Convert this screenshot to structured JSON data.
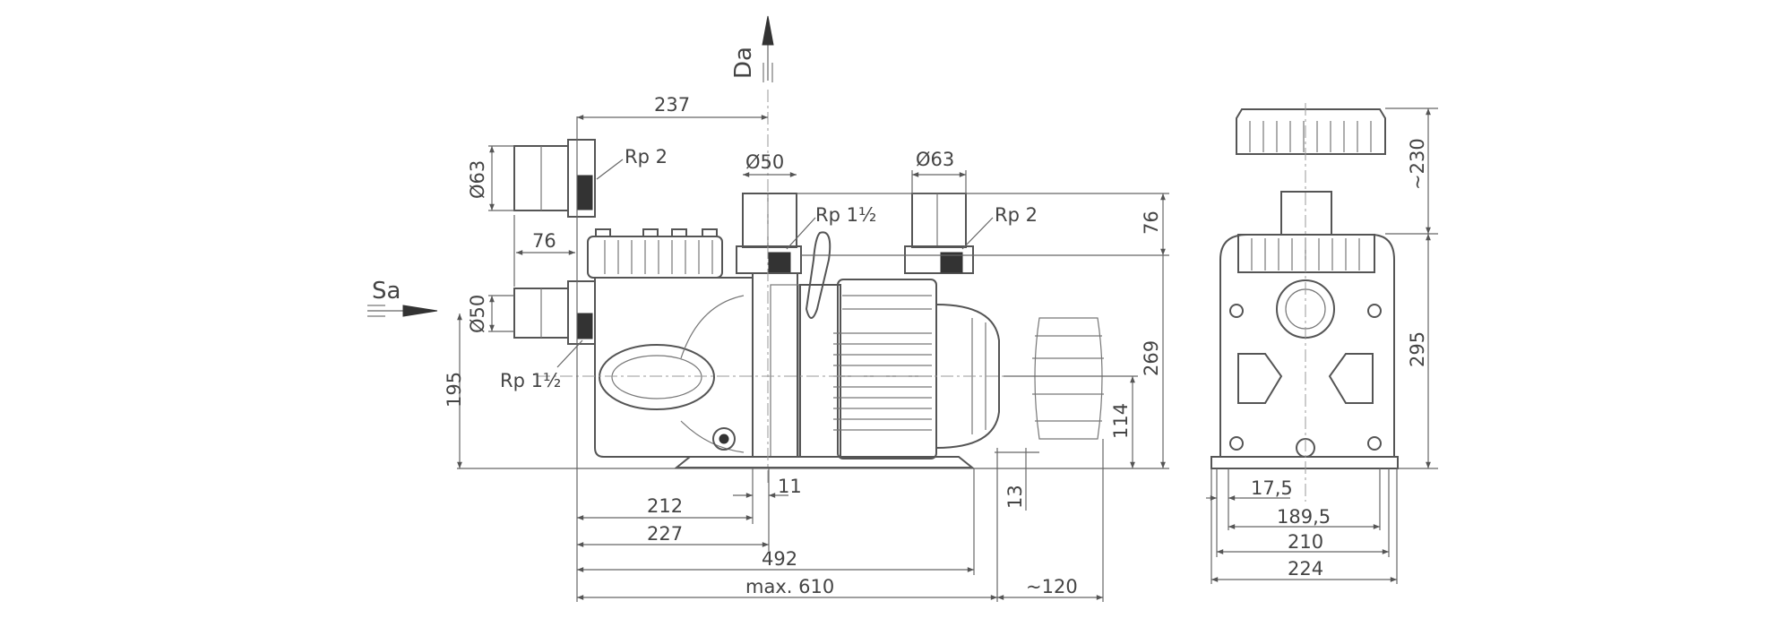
{
  "title": "Pump dimension drawing",
  "flow": {
    "suction": "Sa",
    "discharge": "Da"
  },
  "side_view": {
    "dims": {
      "d237": "237",
      "d63_left": "Ø63",
      "rp2_left": "Rp 2",
      "d50_top": "Ø50",
      "d63_right": "Ø63",
      "rp15_top": "Rp 1½",
      "rp2_right": "Rp 2",
      "d76_h": "76",
      "d76_v": "76",
      "d50_left": "Ø50",
      "rp15_left": "Rp 1½",
      "d195": "195",
      "d269": "269",
      "d114": "114",
      "d11": "11",
      "d13": "13",
      "d212": "212",
      "d227": "227",
      "d492": "492",
      "d610": "max. 610",
      "d120": "~120"
    }
  },
  "front_view": {
    "dims": {
      "d230": "~230",
      "d295": "295",
      "d17_5": "17,5",
      "d189_5": "189,5",
      "d210": "210",
      "d224": "224"
    }
  }
}
